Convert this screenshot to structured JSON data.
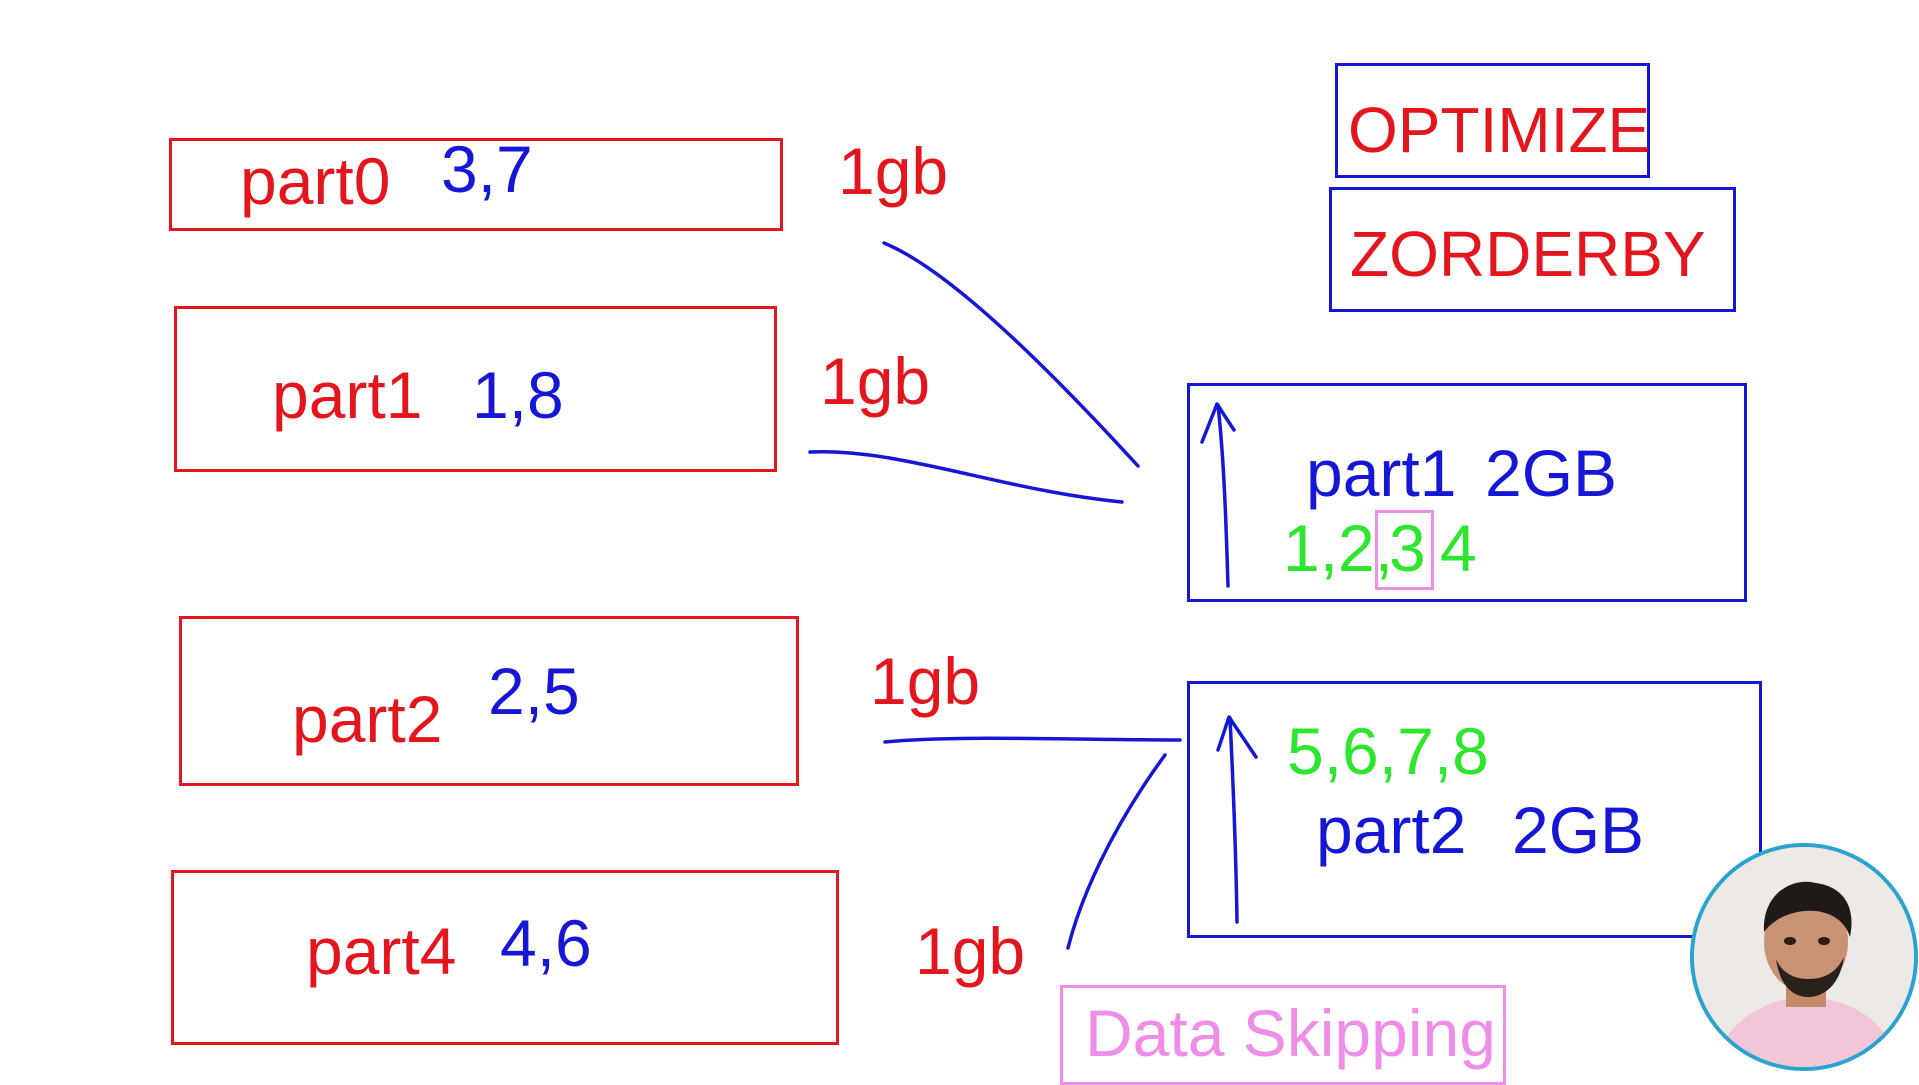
{
  "colors": {
    "red": "#e3161e",
    "blue": "#1616d6",
    "green": "#2ee62e",
    "pink": "#ee8ee8",
    "cam_ring": "#2aa3cf"
  },
  "left_parts": [
    {
      "name": "part0",
      "values": "3,7",
      "size": "1gb"
    },
    {
      "name": "part1",
      "values": "1,8",
      "size": "1gb"
    },
    {
      "name": "part2",
      "values": "2,5",
      "size": "1gb"
    },
    {
      "name": "part4",
      "values": "4,6",
      "size": "1gb"
    }
  ],
  "commands": {
    "optimize": "OPTIMIZE",
    "zorder": "ZORDERBY"
  },
  "merged": {
    "a": {
      "name": "part1",
      "size": "2GB",
      "v1": "1,2,",
      "v2": "3",
      "v3": "4"
    },
    "b": {
      "name": "part2",
      "size": "2GB",
      "values": "5,6,7,8"
    }
  },
  "note": "Data Skipping"
}
